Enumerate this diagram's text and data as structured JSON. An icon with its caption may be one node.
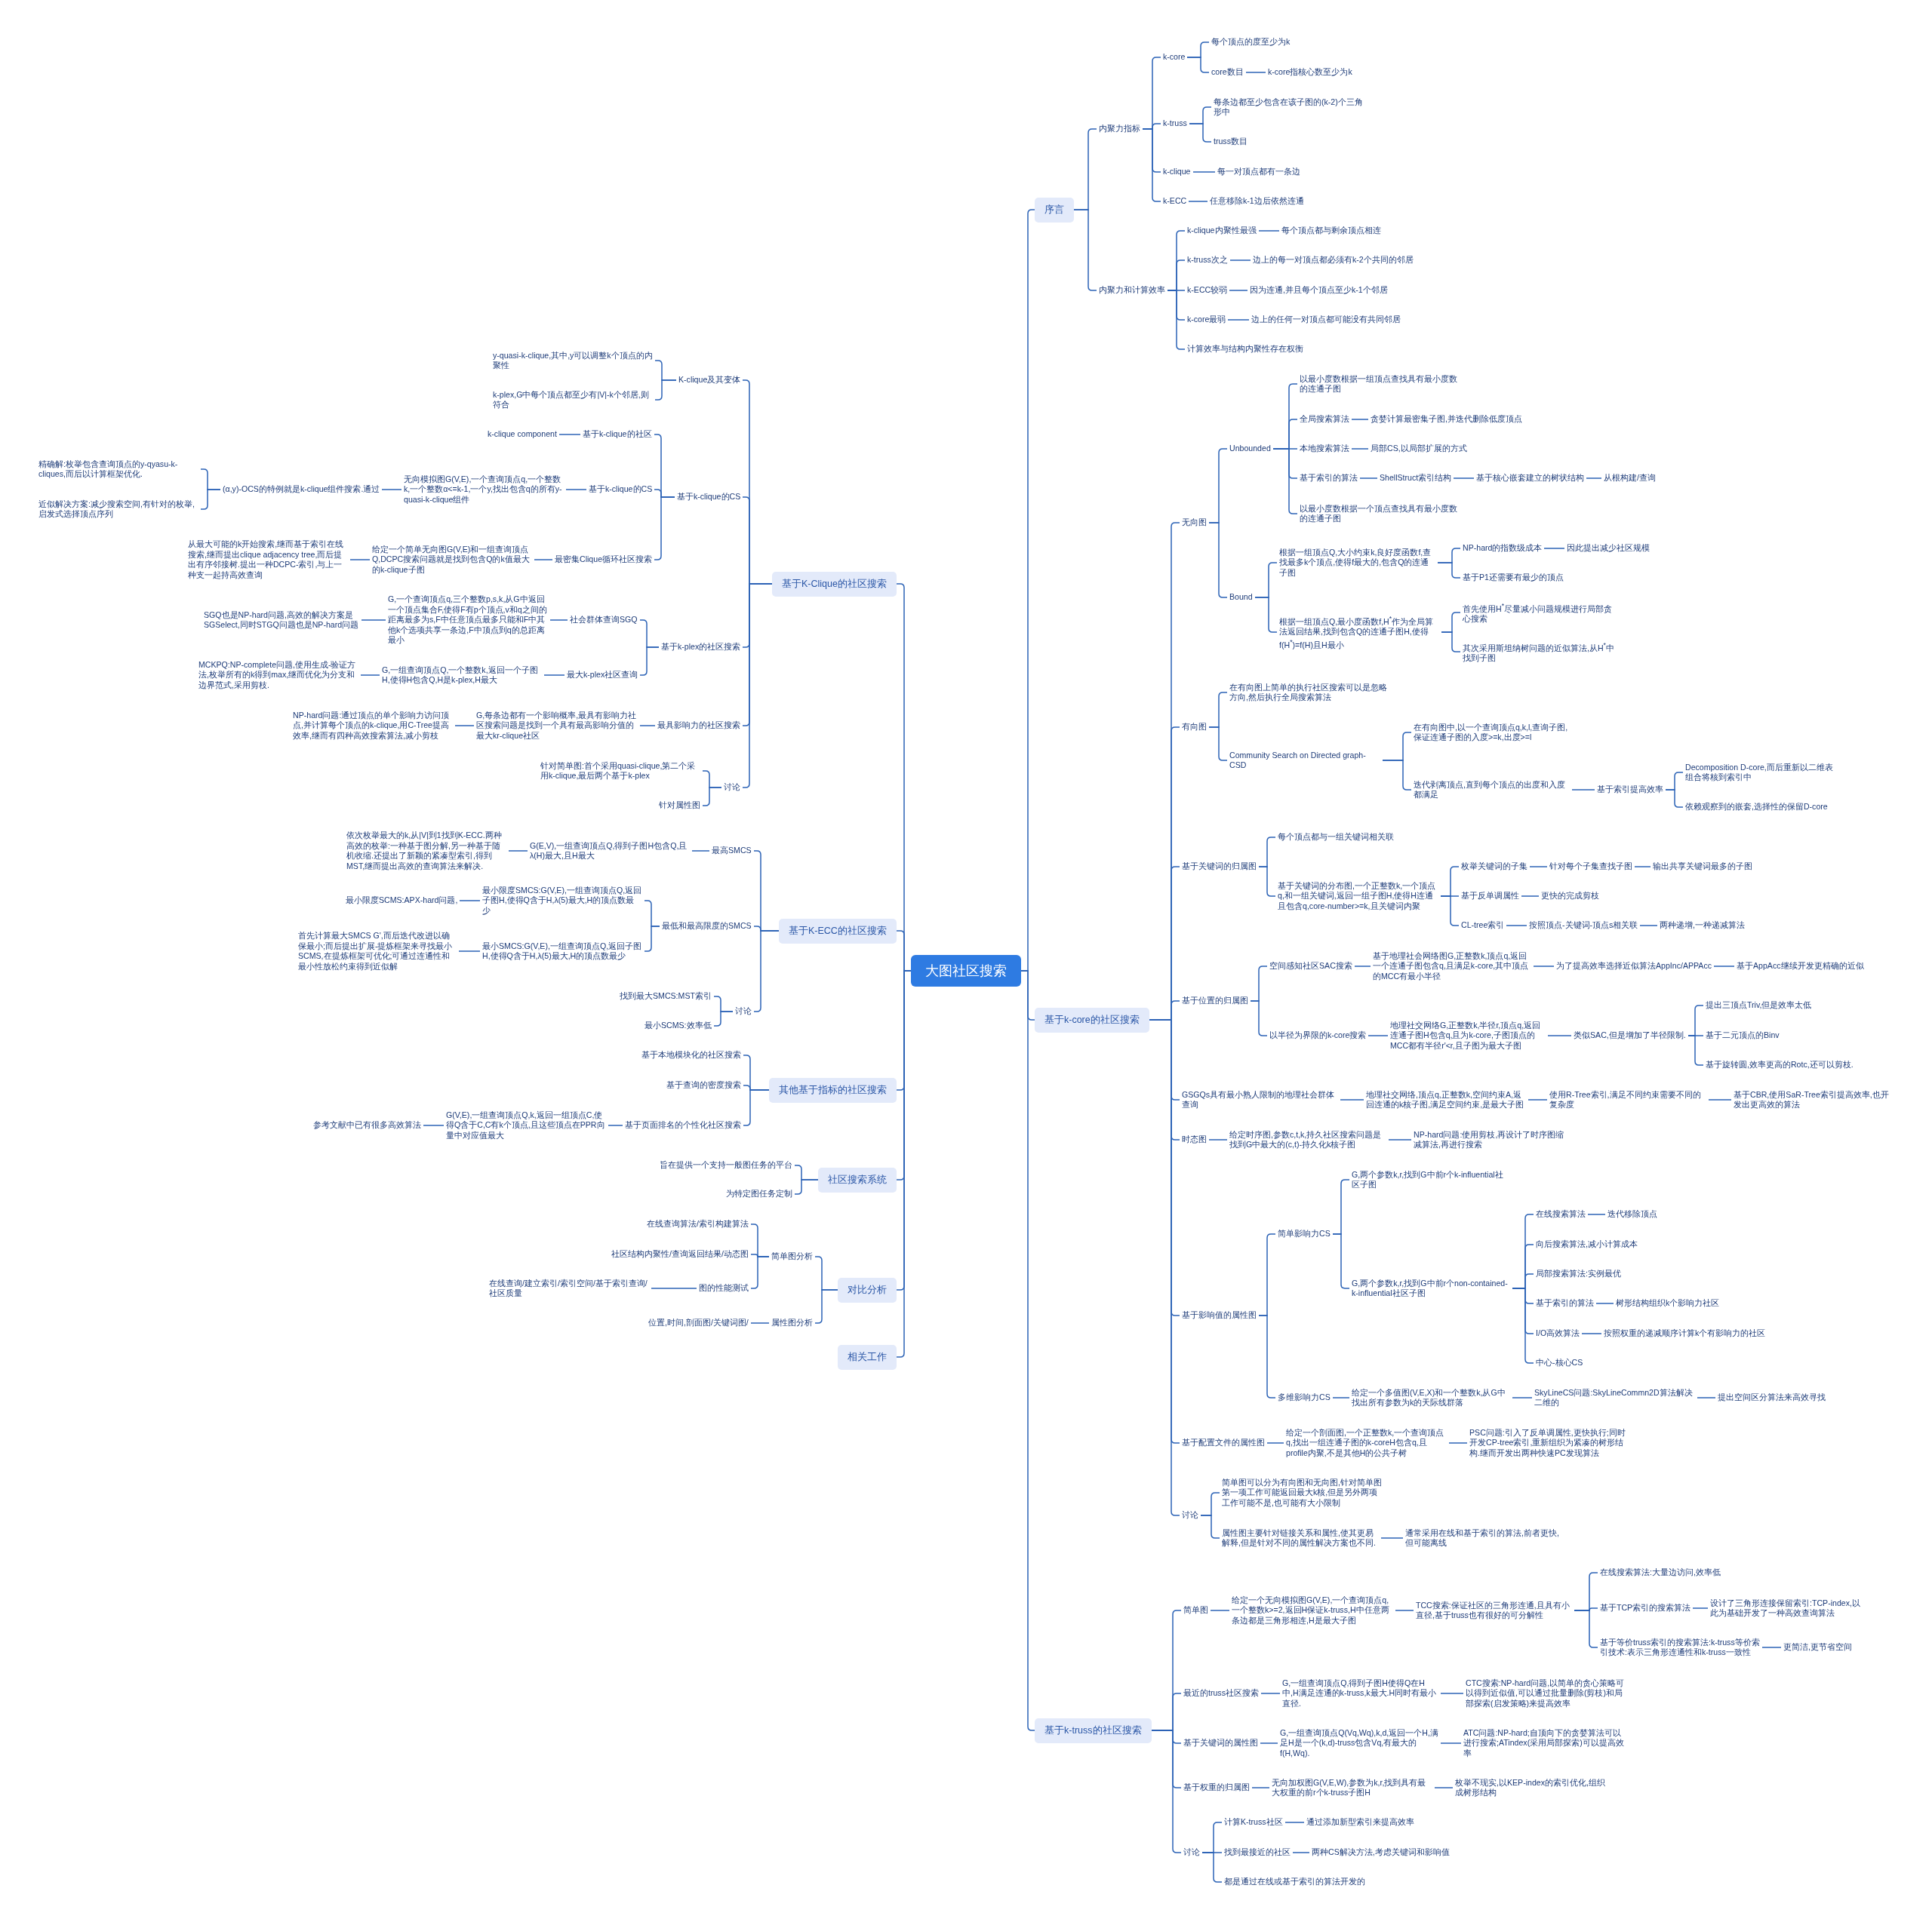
{
  "diagram": {
    "nodes": [
      {
        "text": [
          "大图社区搜索"
        ]
      },
      {
        "text": [
          "序言"
        ]
      },
      {
        "text": [
          "内聚力指标"
        ]
      },
      {
        "text": [
          "k-core"
        ]
      },
      {
        "text": [
          "每个顶点的度至少为k"
        ]
      },
      {
        "text": [
          "core数目"
        ]
      },
      {
        "text": [
          "k-core指核心数至少为k"
        ]
      },
      {
        "text": [
          "k-truss"
        ]
      },
      {
        "text": [
          "每条边都至少包含在该子图的(k-2)个三角形中"
        ]
      },
      {
        "text": [
          "truss数目"
        ]
      },
      {
        "text": [
          "k-clique"
        ]
      },
      {
        "text": [
          "每一对顶点都有一条边"
        ]
      },
      {
        "text": [
          "k-ECC"
        ]
      },
      {
        "text": [
          "任意移除k-1边后依然连通"
        ]
      },
      {
        "text": [
          "内聚力和计算效率"
        ]
      },
      {
        "text": [
          "k-clique内聚性最强"
        ]
      },
      {
        "text": [
          "每个顶点都与剩余顶点相连"
        ]
      },
      {
        "text": [
          "k-truss次之"
        ]
      },
      {
        "text": [
          "边上的每一对顶点都必须有k-2个共同的邻居"
        ]
      },
      {
        "text": [
          "k-ECC较弱"
        ]
      },
      {
        "text": [
          "因为连通,并且每个顶点至少k-1个邻居"
        ]
      },
      {
        "text": [
          "k-core最弱"
        ]
      },
      {
        "text": [
          "边上的任何一对顶点都可能没有共同邻居"
        ]
      },
      {
        "text": [
          "计算效率与结构内聚性存在权衡"
        ]
      },
      {
        "text": [
          "基于k-core的社区搜索"
        ]
      },
      {
        "text": [
          "无向图"
        ]
      },
      {
        "text": [
          "Unbounded"
        ]
      },
      {
        "text": [
          "以最小度数根据一组顶点查找具有最小度数的连通子图"
        ]
      },
      {
        "text": [
          "全局搜索算法"
        ]
      },
      {
        "text": [
          "贪婪计算最密集子图,并迭代删除低度顶点"
        ]
      },
      {
        "text": [
          "本地搜索算法"
        ]
      },
      {
        "text": [
          "局部CS,以局部扩展的方式"
        ]
      },
      {
        "text": [
          "基于索引的算法"
        ]
      },
      {
        "text": [
          "ShellStruct索引结构"
        ]
      },
      {
        "text": [
          "基于核心嵌套建立的树状结构"
        ]
      },
      {
        "text": [
          "从根构建/查询"
        ]
      },
      {
        "text": [
          "以最小度数根据一个顶点查找具有最小度数的连通子图"
        ]
      },
      {
        "text": [
          "Bound"
        ]
      },
      {
        "text": [
          "根据一组顶点Q,大小约束k,良好度函数f,查找最多k个顶点,使得f最大的,包含Q的连通子图"
        ]
      },
      {
        "text": [
          "NP-hard的指数级成本"
        ]
      },
      {
        "text": [
          "因此提出减少社区规模"
        ]
      },
      {
        "text": [
          "基于P1还需要有最少的顶点"
        ]
      },
      {
        "text": [
          "根据一组顶点Q,最小度函数f,H$^{*}$作为全局算法返回结果,找到包含Q的连通子图H,使得f(H$^{*}$)=f(H)且H最小"
        ]
      },
      {
        "text": [
          "首先使用H$^{*}$尽量减小问题规模进行局部贪心搜索"
        ]
      },
      {
        "text": [
          "其次采用斯坦纳树问题的近似算法,从H$^{*}$中找到子图"
        ]
      },
      {
        "text": [
          "有向图"
        ]
      },
      {
        "text": [
          "在有向图上简单的执行社区搜索可以是忽略方向,然后执行全局搜索算法"
        ]
      },
      {
        "text": [
          "Community Search on Directed graph-CSD"
        ]
      },
      {
        "text": [
          "在有向图中,以一个查询顶点q,k,l,查询子图,保证连通子图的入度>=k,出度>=l"
        ]
      },
      {
        "text": [
          "迭代剥离顶点,直到每个顶点的出度和入度都满足"
        ]
      },
      {
        "text": [
          "基于索引提高效率"
        ]
      },
      {
        "text": [
          "Decomposition D-core,而后重新以二维表组合将核到索引中"
        ]
      },
      {
        "text": [
          "依赖观察到的嵌套,选择性的保留D-core"
        ]
      },
      {
        "text": [
          "基于关键词的归属图"
        ]
      },
      {
        "text": [
          "每个顶点都与一组关键词相关联"
        ]
      },
      {
        "text": [
          "基于关键词的分布图,一个正整数k,一个顶点q,和一组关键词,返回一组子图H,使得H连通且包含q,core-number>=k,且关键词内聚"
        ]
      },
      {
        "text": [
          "枚举关键词的子集"
        ]
      },
      {
        "text": [
          "针对每个子集查找子图"
        ]
      },
      {
        "text": [
          "输出共享关键词最多的子图"
        ]
      },
      {
        "text": [
          "基于反单调属性"
        ]
      },
      {
        "text": [
          "更快的完成剪枝"
        ]
      },
      {
        "text": [
          "CL-tree索引"
        ]
      },
      {
        "text": [
          "按照顶点-关键词-顶点s相关联"
        ]
      },
      {
        "text": [
          "两种递增,一种递减算法"
        ]
      },
      {
        "text": [
          "基于位置的归属图"
        ]
      },
      {
        "text": [
          "空间感知社区SAC搜索"
        ]
      },
      {
        "text": [
          "基于地理社会网络图G,正整数k,顶点q,返回一个连通子图包含q,且满足k-core,其中顶点的MCC有最小半径"
        ]
      },
      {
        "text": [
          "为了提高效率选择近似算法AppInc/APPAcc"
        ]
      },
      {
        "text": [
          "基于AppAcc继续开发更精确的近似"
        ]
      },
      {
        "text": [
          "以半径为界限的k-core搜索"
        ]
      },
      {
        "text": [
          "地理社交网络G,正整数k,半径r,顶点q,返回连通子图H包含q,且为k-core,子图顶点的MCC都有半径r'<r,且子图为最大子图"
        ]
      },
      {
        "text": [
          "类似SAC,但是增加了半径限制."
        ]
      },
      {
        "text": [
          "提出三顶点Triv,但是效率太低"
        ]
      },
      {
        "text": [
          "基于二元顶点的Binv"
        ]
      },
      {
        "text": [
          "基于旋转圆,效率更高的Rotc,还可以剪枝."
        ]
      },
      {
        "text": [
          "GSGQs具有最小熟人限制的地理社会群体查询"
        ]
      },
      {
        "text": [
          "地理社交网络,顶点q,正整数k,空间约束A,返回连通的k核子图,满足空间约束,是最大子图"
        ]
      },
      {
        "text": [
          "使用R-Tree索引,满足不同约束需要不同的复杂度"
        ]
      },
      {
        "text": [
          "基于CBR,使用SaR-Tree索引提高效率,也开发出更高效的算法"
        ]
      },
      {
        "text": [
          "时态图"
        ]
      },
      {
        "text": [
          "给定时序图,参数c,t,k,持久社区搜索问题是找到G中最大的(c,t)-持久化k核子图"
        ]
      },
      {
        "text": [
          "NP-hard问题:使用剪枝,再设计了时序图缩减算法,再进行搜索"
        ]
      },
      {
        "text": [
          "基于影响值的属性图"
        ]
      },
      {
        "text": [
          "简单影响力CS"
        ]
      },
      {
        "text": [
          "G,两个参数k,r,找到G中前r个k-influential社区子图"
        ]
      },
      {
        "text": [
          "G,两个参数k,r,找到G中前r个non-contained-k-influential社区子图"
        ]
      },
      {
        "text": [
          "在线搜索算法"
        ]
      },
      {
        "text": [
          "迭代移除顶点"
        ]
      },
      {
        "text": [
          "向后搜索算法,减小计算成本"
        ]
      },
      {
        "text": [
          "局部搜索算法:实例最优"
        ]
      },
      {
        "text": [
          "基于索引的算法"
        ]
      },
      {
        "text": [
          "树形结构组织k个影响力社区"
        ]
      },
      {
        "text": [
          "I/O高效算法"
        ]
      },
      {
        "text": [
          "按照权重的递减顺序计算k个有影响力的社区"
        ]
      },
      {
        "text": [
          "中心-核心CS"
        ]
      },
      {
        "text": [
          "多维影响力CS"
        ]
      },
      {
        "text": [
          "给定一个多值图(V,E,X)和一个整数k,从G中找出所有参数为k的天际线群落"
        ]
      },
      {
        "text": [
          "SkyLineCS问题:SkyLineCommn2D算法解决二维的"
        ]
      },
      {
        "text": [
          "提出空间区分算法来高效寻找"
        ]
      },
      {
        "text": [
          "基于配置文件的属性图"
        ]
      },
      {
        "text": [
          "给定一个剖面图,一个正整数k,一个查询顶点q,找出一组连通子图的k-coreH包含q,且profile内聚,不是其他H的公共子树"
        ]
      },
      {
        "text": [
          "PSC问题:引入了反单调属性,更快执行;同时开发CP-tree索引,重新组织为紧凑的树形结构.继而开发出两种快速PC发现算法"
        ]
      },
      {
        "text": [
          "讨论"
        ]
      },
      {
        "text": [
          "简单图可以分为有向图和无向图,针对简单图第一项工作可能返回最大k核,但是另外两项工作可能不是,也可能有大小限制"
        ]
      },
      {
        "text": [
          "属性图主要针对链接关系和属性,使其更易解释,但是针对不同的属性解决方案也不同."
        ]
      },
      {
        "text": [
          "通常采用在线和基于索引的算法,前者更快,但可能离线"
        ]
      },
      {
        "text": [
          "基于k-truss的社区搜索"
        ]
      },
      {
        "text": [
          "简单图"
        ]
      },
      {
        "text": [
          "给定一个无向模拟图G(V,E),一个查询顶点q,一个整数k>=2,返回H保证k-truss,H中任意两条边都是三角形相连,H是最大子图"
        ]
      },
      {
        "text": [
          "TCC搜索:保证社区的三角形连通,且具有小直径,基于truss也有很好的可分解性"
        ]
      },
      {
        "text": [
          "在线搜索算法:大量边访问,效率低"
        ]
      },
      {
        "text": [
          "基于TCP索引的搜索算法"
        ]
      },
      {
        "text": [
          "设计了三角形连接保留索引:TCP-index,以此为基础开发了一种高效查询算法"
        ]
      },
      {
        "text": [
          "基于等价truss索引的搜索算法:k-truss等价索引技术:表示三角形连通性和k-truss一致性"
        ]
      },
      {
        "text": [
          "更简洁,更节省空间"
        ]
      },
      {
        "text": [
          "最近的truss社区搜索"
        ]
      },
      {
        "text": [
          "G,一组查询顶点Q,得到子图H使得Q在H中,H满足连通的k-truss,k最大.H同时有最小直径."
        ]
      },
      {
        "text": [
          "CTC搜索:NP-hard问题,以简单的贪心策略可以得到近似值,可以通过批量删除(剪枝)和局部探索(启发策略)来提高效率"
        ]
      },
      {
        "text": [
          "基于关键词的属性图"
        ]
      },
      {
        "text": [
          "G,一组查询顶点Q(Vq,Wq),k,d,返回一个H,满足H是一个(k,d)-truss包含Vq,有最大的f(H,Wq)."
        ]
      },
      {
        "text": [
          "ATC问题:NP-hard;自顶向下的贪婪算法可以进行搜索;ATindex(采用局部探索)可以提高效率"
        ]
      },
      {
        "text": [
          "基于权重的归属图"
        ]
      },
      {
        "text": [
          "无向加权图G(V,E,W),参数为k,r,找到具有最大权重的前r个k-truss子图H"
        ]
      },
      {
        "text": [
          "枚举不现实,以KEP-index的索引优化,组织成树形结构"
        ]
      },
      {
        "text": [
          "讨论"
        ]
      },
      {
        "text": [
          "计算K-truss社区"
        ]
      },
      {
        "text": [
          "通过添加新型索引来提高效率"
        ]
      },
      {
        "text": [
          "找到最接近的社区"
        ]
      },
      {
        "text": [
          "两种CS解决方法,考虑关键词和影响值"
        ]
      },
      {
        "text": [
          "都是通过在线或基于索引的算法开发的"
        ]
      },
      {
        "text": [
          "基于K-Clique的社区搜索"
        ]
      },
      {
        "text": [
          "K-clique及其变体"
        ]
      },
      {
        "text": [
          "y-quasi-k-clique,其中,y可以调整k个顶点的内聚性"
        ]
      },
      {
        "text": [
          "k-plex,G中每个顶点都至少有|V|-k个邻居,则符合"
        ]
      },
      {
        "text": [
          "基于k-clique的CS"
        ]
      },
      {
        "text": [
          "基于k-clique的社区"
        ]
      },
      {
        "text": [
          "k-clique component"
        ]
      },
      {
        "text": [
          "基于k-clique的CS"
        ]
      },
      {
        "text": [
          "无向模拟图G(V,E),一个查询顶点q,一个整数k,一个整数α<=k-1,一个y,找出包含q的所有y-quasi-k-clique组件"
        ]
      },
      {
        "text": [
          "(α,y)-OCS的特例就是k-clique组件搜索.通过"
        ]
      },
      {
        "text": [
          "精确解:枚举包含查询顶点的y-qyasu-k-cliques,而后以计算框架优化."
        ]
      },
      {
        "text": [
          "近似解决方案:减少搜索空间,有针对的枚举,启发式选择顶点序列"
        ]
      },
      {
        "text": [
          "最密集Clique循环社区搜索"
        ]
      },
      {
        "text": [
          "给定一个简单无向图G(V,E)和一组查询顶点Q,DCPC搜索问题就是找到包含Q的k值最大的k-clique子图"
        ]
      },
      {
        "text": [
          "从最大可能的k开始搜索,继而基于索引在线搜索,继而提出clique adjacency tree,而后提出有序邻接树.提出一种DCPC-索引,与上一种支一起持高效查询"
        ]
      },
      {
        "text": [
          "基于k-plex的社区搜索"
        ]
      },
      {
        "text": [
          "社会群体查询SGQ"
        ]
      },
      {
        "text": [
          "G,一个查询顶点q,三个整数p,s,k,从G中返回一个顶点集合F,使得F有p个顶点,v和q之间的距离最多为s,F中任意顶点最多只能和F中其他k个选项共享一条边,F中顶点到q的总距离最小"
        ]
      },
      {
        "text": [
          "SGQ也是NP-hard问题,高效的解决方案是SGSelect,同时STGQ问题也是NP-hard问题"
        ]
      },
      {
        "text": [
          "最大k-plex社区查询"
        ]
      },
      {
        "text": [
          "G,一组查询顶点Q,一个整数k,返回一个子图H,使得H包含Q,H是k-plex,H最大"
        ]
      },
      {
        "text": [
          "MCKPQ:NP-complete问题,使用生成-验证方法,枚举所有的k得到max,继而优化为分支和边界范式,采用剪枝."
        ]
      },
      {
        "text": [
          "最具影响力的社区搜索"
        ]
      },
      {
        "text": [
          "G,每条边都有一个影响概率,最具有影响力社区搜索问题是找到一个具有最高影响分值的最大kr-clique社区"
        ]
      },
      {
        "text": [
          "NP-hard问题:通过顶点的单个影响力访问顶点,并计算每个顶点的k-clique,用C-Tree提高效率,继而有四种高效搜索算法,减小剪枝"
        ]
      },
      {
        "text": [
          "讨论"
        ]
      },
      {
        "text": [
          "针对简单图:首个采用quasi-clique,第二个采用k-clique,最后两个基于k-plex"
        ]
      },
      {
        "text": [
          "针对属性图"
        ]
      },
      {
        "text": [
          "基于K-ECC的社区搜索"
        ]
      },
      {
        "text": [
          "最高SMCS"
        ]
      },
      {
        "text": [
          "G(E,V),一组查询顶点Q,得到子图H包含Q,且λ(H)最大,且H最大"
        ]
      },
      {
        "text": [
          "依次枚举最大的k,从|V|到1找到K-ECC.两种高效的枚举:一种基于图分解,另一种基于随机收缩.还提出了新颖的紧凑型索引,得到MST,继而提出高效的查询算法来解决."
        ]
      },
      {
        "text": [
          "最低和最高限度的SMCS"
        ]
      },
      {
        "text": [
          "最小限度SMCS:G(V,E),一组查询顶点Q,返回子图H,使得Q含于H,λ(5)最大,H的顶点数最少"
        ]
      },
      {
        "text": [
          "最小限度SCMS:APX-hard问题,"
        ]
      },
      {
        "text": [
          "最小SMCS:G(V,E),一组查询顶点Q,返回子图H,使得Q含于H,λ(5)最大,H的顶点数最少"
        ]
      },
      {
        "text": [
          "首先计算最大SMCS G',而后迭代改进以确保最小;而后提出扩展-提炼框架来寻找最小SCMS,在提炼框架可优化;可通过连通性和最小性放松约束得到近似解"
        ]
      },
      {
        "text": [
          "讨论"
        ]
      },
      {
        "text": [
          "找到最大SMCS:MST索引"
        ]
      },
      {
        "text": [
          "最小SCMS:效率低"
        ]
      },
      {
        "text": [
          "其他基于指标的社区搜索"
        ]
      },
      {
        "text": [
          "基于本地模块化的社区搜索"
        ]
      },
      {
        "text": [
          "基于查询的密度搜索"
        ]
      },
      {
        "text": [
          "基于页面排名的个性化社区搜索"
        ]
      },
      {
        "text": [
          "G(V,E),一组查询顶点Q,k,返回一组顶点C,使得Q含于C,C有k个顶点,且这些顶点在PPR向量中对应值最大"
        ]
      },
      {
        "text": [
          "参考文献中已有很多高效算法"
        ]
      },
      {
        "text": [
          "社区搜索系统"
        ]
      },
      {
        "text": [
          "旨在提供一个支持一般图任务的平台"
        ]
      },
      {
        "text": [
          "为特定图任务定制"
        ]
      },
      {
        "text": [
          "对比分析"
        ]
      },
      {
        "text": [
          "简单图分析"
        ]
      },
      {
        "text": [
          "在线查询算法/索引构建算法"
        ]
      },
      {
        "text": [
          "社区结构内聚性/查询返回结果/动态图"
        ]
      },
      {
        "text": [
          "图的性能测试"
        ]
      },
      {
        "text": [
          "在线查询/建立索引/索引空间/基于索引查询/社区质量"
        ]
      },
      {
        "text": [
          "属性图分析"
        ]
      },
      {
        "text": [
          "位置,时间,剖面图/关键词图/"
        ]
      },
      {
        "text": [
          "相关工作"
        ]
      }
    ],
    "edges": [
      {
        "from": 0,
        "to": 1,
        "arrow": "none"
      },
      {
        "from": 1,
        "to": 2,
        "arrow": "none"
      },
      {
        "from": 2,
        "to": 3,
        "arrow": "none"
      },
      {
        "from": 3,
        "to": 4,
        "arrow": "none"
      },
      {
        "from": 3,
        "to": 5,
        "arrow": "none"
      },
      {
        "from": 5,
        "to": 6,
        "arrow": "none"
      },
      {
        "from": 2,
        "to": 7,
        "arrow": "none"
      },
      {
        "from": 7,
        "to": 8,
        "arrow": "none"
      },
      {
        "from": 7,
        "to": 9,
        "arrow": "none"
      },
      {
        "from": 2,
        "to": 10,
        "arrow": "none"
      },
      {
        "from": 10,
        "to": 11,
        "arrow": "none"
      },
      {
        "from": 2,
        "to": 12,
        "arrow": "none"
      },
      {
        "from": 12,
        "to": 13,
        "arrow": "none"
      },
      {
        "from": 1,
        "to": 14,
        "arrow": "none"
      },
      {
        "from": 14,
        "to": 15,
        "arrow": "none"
      },
      {
        "from": 15,
        "to": 16,
        "arrow": "none"
      },
      {
        "from": 14,
        "to": 17,
        "arrow": "none"
      },
      {
        "from": 17,
        "to": 18,
        "arrow": "none"
      },
      {
        "from": 14,
        "to": 19,
        "arrow": "none"
      },
      {
        "from": 19,
        "to": 20,
        "arrow": "none"
      },
      {
        "from": 14,
        "to": 21,
        "arrow": "none"
      },
      {
        "from": 21,
        "to": 22,
        "arrow": "none"
      },
      {
        "from": 14,
        "to": 23,
        "arrow": "none"
      },
      {
        "from": 0,
        "to": 24,
        "arrow": "none"
      },
      {
        "from": 24,
        "to": 25,
        "arrow": "none"
      },
      {
        "from": 25,
        "to": 26,
        "arrow": "none"
      },
      {
        "from": 26,
        "to": 27,
        "arrow": "none"
      },
      {
        "from": 26,
        "to": 28,
        "arrow": "none"
      },
      {
        "from": 28,
        "to": 29,
        "arrow": "none"
      },
      {
        "from": 26,
        "to": 30,
        "arrow": "none"
      },
      {
        "from": 30,
        "to": 31,
        "arrow": "none"
      },
      {
        "from": 26,
        "to": 32,
        "arrow": "none"
      },
      {
        "from": 32,
        "to": 33,
        "arrow": "none"
      },
      {
        "from": 33,
        "to": 34,
        "arrow": "none"
      },
      {
        "from": 34,
        "to": 35,
        "arrow": "none"
      },
      {
        "from": 26,
        "to": 36,
        "arrow": "none"
      },
      {
        "from": 25,
        "to": 37,
        "arrow": "none"
      },
      {
        "from": 37,
        "to": 38,
        "arrow": "none"
      },
      {
        "from": 38,
        "to": 39,
        "arrow": "none"
      },
      {
        "from": 39,
        "to": 40,
        "arrow": "none"
      },
      {
        "from": 38,
        "to": 41,
        "arrow": "none"
      },
      {
        "from": 37,
        "to": 42,
        "arrow": "none"
      },
      {
        "from": 42,
        "to": 43,
        "arrow": "none"
      },
      {
        "from": 42,
        "to": 44,
        "arrow": "none"
      },
      {
        "from": 24,
        "to": 45,
        "arrow": "none"
      },
      {
        "from": 45,
        "to": 46,
        "arrow": "none"
      },
      {
        "from": 45,
        "to": 47,
        "arrow": "none"
      },
      {
        "from": 47,
        "to": 48,
        "arrow": "none"
      },
      {
        "from": 47,
        "to": 49,
        "arrow": "none"
      },
      {
        "from": 49,
        "to": 50,
        "arrow": "none"
      },
      {
        "from": 50,
        "to": 51,
        "arrow": "none"
      },
      {
        "from": 50,
        "to": 52,
        "arrow": "none"
      },
      {
        "from": 24,
        "to": 53,
        "arrow": "none"
      },
      {
        "from": 53,
        "to": 54,
        "arrow": "none"
      },
      {
        "from": 53,
        "to": 55,
        "arrow": "none"
      },
      {
        "from": 55,
        "to": 56,
        "arrow": "none"
      },
      {
        "from": 56,
        "to": 57,
        "arrow": "none"
      },
      {
        "from": 57,
        "to": 58,
        "arrow": "none"
      },
      {
        "from": 55,
        "to": 59,
        "arrow": "none"
      },
      {
        "from": 59,
        "to": 60,
        "arrow": "none"
      },
      {
        "from": 55,
        "to": 61,
        "arrow": "none"
      },
      {
        "from": 61,
        "to": 62,
        "arrow": "none"
      },
      {
        "from": 62,
        "to": 63,
        "arrow": "none"
      },
      {
        "from": 24,
        "to": 64,
        "arrow": "none"
      },
      {
        "from": 64,
        "to": 65,
        "arrow": "none"
      },
      {
        "from": 65,
        "to": 66,
        "arrow": "none"
      },
      {
        "from": 66,
        "to": 67,
        "arrow": "none"
      },
      {
        "from": 67,
        "to": 68,
        "arrow": "none"
      },
      {
        "from": 64,
        "to": 69,
        "arrow": "none"
      },
      {
        "from": 69,
        "to": 70,
        "arrow": "none"
      },
      {
        "from": 70,
        "to": 71,
        "arrow": "none"
      },
      {
        "from": 71,
        "to": 72,
        "arrow": "none"
      },
      {
        "from": 71,
        "to": 73,
        "arrow": "none"
      },
      {
        "from": 71,
        "to": 74,
        "arrow": "none"
      },
      {
        "from": 24,
        "to": 75,
        "arrow": "none"
      },
      {
        "from": 75,
        "to": 76,
        "arrow": "none"
      },
      {
        "from": 76,
        "to": 77,
        "arrow": "none"
      },
      {
        "from": 77,
        "to": 78,
        "arrow": "none"
      },
      {
        "from": 24,
        "to": 79,
        "arrow": "none"
      },
      {
        "from": 79,
        "to": 80,
        "arrow": "none"
      },
      {
        "from": 80,
        "to": 81,
        "arrow": "none"
      },
      {
        "from": 24,
        "to": 82,
        "arrow": "none"
      },
      {
        "from": 82,
        "to": 83,
        "arrow": "none"
      },
      {
        "from": 83,
        "to": 84,
        "arrow": "none"
      },
      {
        "from": 83,
        "to": 85,
        "arrow": "none"
      },
      {
        "from": 85,
        "to": 86,
        "arrow": "none"
      },
      {
        "from": 86,
        "to": 87,
        "arrow": "none"
      },
      {
        "from": 85,
        "to": 88,
        "arrow": "none"
      },
      {
        "from": 85,
        "to": 89,
        "arrow": "none"
      },
      {
        "from": 85,
        "to": 90,
        "arrow": "none"
      },
      {
        "from": 90,
        "to": 91,
        "arrow": "none"
      },
      {
        "from": 85,
        "to": 92,
        "arrow": "none"
      },
      {
        "from": 92,
        "to": 93,
        "arrow": "none"
      },
      {
        "from": 85,
        "to": 94,
        "arrow": "none"
      },
      {
        "from": 82,
        "to": 95,
        "arrow": "none"
      },
      {
        "from": 95,
        "to": 96,
        "arrow": "none"
      },
      {
        "from": 96,
        "to": 97,
        "arrow": "none"
      },
      {
        "from": 97,
        "to": 98,
        "arrow": "none"
      },
      {
        "from": 24,
        "to": 99,
        "arrow": "none"
      },
      {
        "from": 99,
        "to": 100,
        "arrow": "none"
      },
      {
        "from": 100,
        "to": 101,
        "arrow": "none"
      },
      {
        "from": 24,
        "to": 102,
        "arrow": "none"
      },
      {
        "from": 102,
        "to": 103,
        "arrow": "none"
      },
      {
        "from": 102,
        "to": 104,
        "arrow": "none"
      },
      {
        "from": 104,
        "to": 105,
        "arrow": "none"
      },
      {
        "from": 0,
        "to": 106,
        "arrow": "none"
      },
      {
        "from": 106,
        "to": 107,
        "arrow": "none"
      },
      {
        "from": 107,
        "to": 108,
        "arrow": "none"
      },
      {
        "from": 108,
        "to": 109,
        "arrow": "none"
      },
      {
        "from": 109,
        "to": 110,
        "arrow": "none"
      },
      {
        "from": 109,
        "to": 111,
        "arrow": "none"
      },
      {
        "from": 111,
        "to": 112,
        "arrow": "none"
      },
      {
        "from": 109,
        "to": 113,
        "arrow": "none"
      },
      {
        "from": 113,
        "to": 114,
        "arrow": "none"
      },
      {
        "from": 106,
        "to": 115,
        "arrow": "none"
      },
      {
        "from": 115,
        "to": 116,
        "arrow": "none"
      },
      {
        "from": 116,
        "to": 117,
        "arrow": "none"
      },
      {
        "from": 106,
        "to": 118,
        "arrow": "none"
      },
      {
        "from": 118,
        "to": 119,
        "arrow": "none"
      },
      {
        "from": 119,
        "to": 120,
        "arrow": "none"
      },
      {
        "from": 106,
        "to": 121,
        "arrow": "none"
      },
      {
        "from": 121,
        "to": 122,
        "arrow": "none"
      },
      {
        "from": 122,
        "to": 123,
        "arrow": "none"
      },
      {
        "from": 106,
        "to": 124,
        "arrow": "none"
      },
      {
        "from": 124,
        "to": 125,
        "arrow": "none"
      },
      {
        "from": 125,
        "to": 126,
        "arrow": "none"
      },
      {
        "from": 124,
        "to": 127,
        "arrow": "none"
      },
      {
        "from": 127,
        "to": 128,
        "arrow": "none"
      },
      {
        "from": 124,
        "to": 129,
        "arrow": "none"
      },
      {
        "from": 0,
        "to": 130,
        "arrow": "none"
      },
      {
        "from": 130,
        "to": 131,
        "arrow": "none"
      },
      {
        "from": 131,
        "to": 132,
        "arrow": "none"
      },
      {
        "from": 131,
        "to": 133,
        "arrow": "none"
      },
      {
        "from": 130,
        "to": 134,
        "arrow": "none"
      },
      {
        "from": 134,
        "to": 135,
        "arrow": "none"
      },
      {
        "from": 135,
        "to": 136,
        "arrow": "none"
      },
      {
        "from": 134,
        "to": 137,
        "arrow": "none"
      },
      {
        "from": 137,
        "to": 138,
        "arrow": "none"
      },
      {
        "from": 138,
        "to": 139,
        "arrow": "none"
      },
      {
        "from": 139,
        "to": 140,
        "arrow": "none"
      },
      {
        "from": 139,
        "to": 141,
        "arrow": "none"
      },
      {
        "from": 134,
        "to": 142,
        "arrow": "none"
      },
      {
        "from": 142,
        "to": 143,
        "arrow": "none"
      },
      {
        "from": 143,
        "to": 144,
        "arrow": "none"
      },
      {
        "from": 130,
        "to": 145,
        "arrow": "none"
      },
      {
        "from": 145,
        "to": 146,
        "arrow": "none"
      },
      {
        "from": 146,
        "to": 147,
        "arrow": "none"
      },
      {
        "from": 147,
        "to": 148,
        "arrow": "none"
      },
      {
        "from": 145,
        "to": 149,
        "arrow": "none"
      },
      {
        "from": 149,
        "to": 150,
        "arrow": "none"
      },
      {
        "from": 150,
        "to": 151,
        "arrow": "none"
      },
      {
        "from": 130,
        "to": 152,
        "arrow": "none"
      },
      {
        "from": 152,
        "to": 153,
        "arrow": "none"
      },
      {
        "from": 153,
        "to": 154,
        "arrow": "none"
      },
      {
        "from": 130,
        "to": 155,
        "arrow": "none"
      },
      {
        "from": 155,
        "to": 156,
        "arrow": "none"
      },
      {
        "from": 155,
        "to": 157,
        "arrow": "none"
      },
      {
        "from": 0,
        "to": 158,
        "arrow": "none"
      },
      {
        "from": 158,
        "to": 159,
        "arrow": "none"
      },
      {
        "from": 159,
        "to": 160,
        "arrow": "none"
      },
      {
        "from": 160,
        "to": 161,
        "arrow": "none"
      },
      {
        "from": 158,
        "to": 162,
        "arrow": "none"
      },
      {
        "from": 162,
        "to": 163,
        "arrow": "none"
      },
      {
        "from": 163,
        "to": 164,
        "arrow": "none"
      },
      {
        "from": 162,
        "to": 165,
        "arrow": "none"
      },
      {
        "from": 165,
        "to": 166,
        "arrow": "none"
      },
      {
        "from": 158,
        "to": 167,
        "arrow": "none"
      },
      {
        "from": 167,
        "to": 168,
        "arrow": "none"
      },
      {
        "from": 167,
        "to": 169,
        "arrow": "none"
      },
      {
        "from": 0,
        "to": 170,
        "arrow": "none"
      },
      {
        "from": 170,
        "to": 171,
        "arrow": "none"
      },
      {
        "from": 170,
        "to": 172,
        "arrow": "none"
      },
      {
        "from": 170,
        "to": 173,
        "arrow": "none"
      },
      {
        "from": 173,
        "to": 174,
        "arrow": "none"
      },
      {
        "from": 174,
        "to": 175,
        "arrow": "none"
      },
      {
        "from": 0,
        "to": 176,
        "arrow": "none"
      },
      {
        "from": 176,
        "to": 177,
        "arrow": "none"
      },
      {
        "from": 176,
        "to": 178,
        "arrow": "none"
      },
      {
        "from": 0,
        "to": 179,
        "arrow": "none"
      },
      {
        "from": 179,
        "to": 180,
        "arrow": "none"
      },
      {
        "from": 180,
        "to": 181,
        "arrow": "none"
      },
      {
        "from": 180,
        "to": 182,
        "arrow": "none"
      },
      {
        "from": 180,
        "to": 183,
        "arrow": "none"
      },
      {
        "from": 183,
        "to": 184,
        "arrow": "none"
      },
      {
        "from": 179,
        "to": 185,
        "arrow": "none"
      },
      {
        "from": 185,
        "to": 186,
        "arrow": "none"
      },
      {
        "from": 0,
        "to": 187,
        "arrow": "none"
      }
    ]
  }
}
